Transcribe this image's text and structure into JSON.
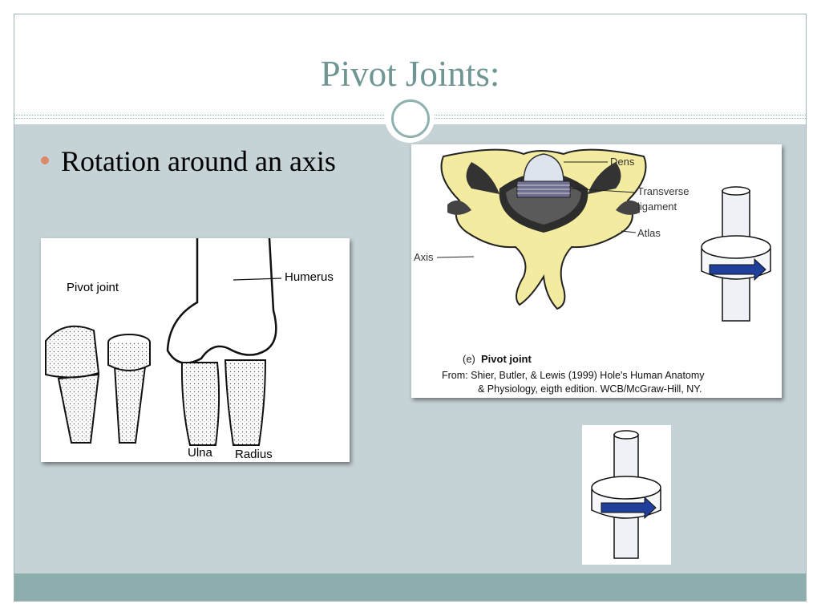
{
  "slide": {
    "title": "Pivot Joints:",
    "bullet": "Rotation around an axis"
  },
  "elbow_figure": {
    "pivot_label": "Pivot joint",
    "humerus_label": "Humerus",
    "ulna_label": "Ulna",
    "radius_label": "Radius"
  },
  "atlas_figure": {
    "dens_label": "Dens",
    "transverse_label_1": "Transverse",
    "transverse_label_2": "ligament",
    "atlas_label": "Atlas",
    "axis_label": "Axis",
    "caption_prefix": "(e)",
    "caption_bold": "Pivot joint",
    "citation_line_1": "From:  Shier, Butler, & Lewis (1999) Hole's Human Anatomy",
    "citation_line_2": "& Physiology, eigth edition.  WCB/McGraw-Hill, NY."
  },
  "colors": {
    "title": "#6f9693",
    "content_bg": "#c5d2d6",
    "footer": "#8eaeae",
    "bullet": "#dd8a6a",
    "bone_yellow": "#f3eba0",
    "arrow_blue": "#1f3f9a"
  }
}
